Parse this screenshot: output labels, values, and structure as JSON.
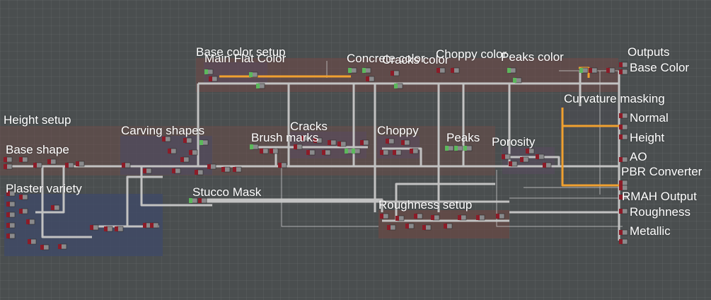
{
  "frames": {
    "height_setup": "Height setup",
    "base_shape": "Base shape",
    "plaster_variety": "Plaster variety",
    "carving_shapes": "Carving shapes",
    "base_color_setup": "Base color setup",
    "main_flat_color": "Main Flat Color",
    "concrete_color": "Concrete color",
    "cracks_color": "Cracks color",
    "choppy_color": "Choppy color",
    "peaks_color": "Peaks color",
    "brush_marks": "Brush marks",
    "cracks": "Cracks",
    "choppy": "Choppy",
    "peaks": "Peaks",
    "porosity": "Porosity",
    "stucco_mask": "Stucco Mask",
    "roughness_setup": "Roughness setup",
    "curvature_masking": "Curvature masking",
    "pbr_converter": "PBR Converter",
    "rmah_output": "RMAH Output"
  },
  "outputs": {
    "title": "Outputs",
    "base_color": "Base Color",
    "normal": "Normal",
    "height": "Height",
    "ao": "AO",
    "roughness": "Roughness",
    "metallic": "Metallic"
  },
  "colors": {
    "background": "#4a4e4f",
    "wire": "#c2c2c2",
    "wire_highlight": "#f0a030",
    "port_red": "#8c1c28",
    "port_green": "#5cb85c",
    "frame_height": "#6a4c48",
    "frame_plaster": "#3e4a66",
    "frame_color": "#6e4a48",
    "frame_roughness": "#6a4844",
    "node_body": "#8a8a8c"
  }
}
